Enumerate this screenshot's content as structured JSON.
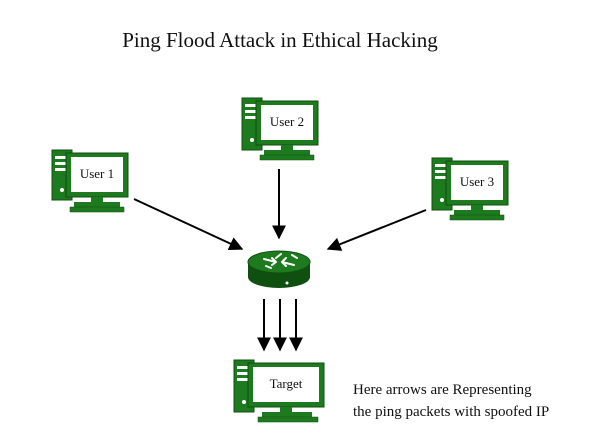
{
  "title": "Ping Flood Attack in Ethical Hacking",
  "colors": {
    "device_fill": "#1e7a1e",
    "device_dark": "#0f4f0f",
    "screen_fill": "#ffffff",
    "arrow": "#000000",
    "text": "#111111"
  },
  "nodes": {
    "user1": {
      "label": "User 1",
      "icon": "desktop-computer-icon"
    },
    "user2": {
      "label": "User 2",
      "icon": "desktop-computer-icon"
    },
    "user3": {
      "label": "User 3",
      "icon": "desktop-computer-icon"
    },
    "router": {
      "label": "",
      "icon": "router-icon"
    },
    "target": {
      "label": "Target",
      "icon": "desktop-computer-icon"
    }
  },
  "edges": [
    {
      "from": "user1",
      "to": "router"
    },
    {
      "from": "user2",
      "to": "router"
    },
    {
      "from": "user3",
      "to": "router"
    },
    {
      "from": "router",
      "to": "target"
    },
    {
      "from": "router",
      "to": "target"
    },
    {
      "from": "router",
      "to": "target"
    }
  ],
  "note": {
    "line1": "Here arrows are Representing",
    "line2": "the ping packets with spoofed IP"
  }
}
